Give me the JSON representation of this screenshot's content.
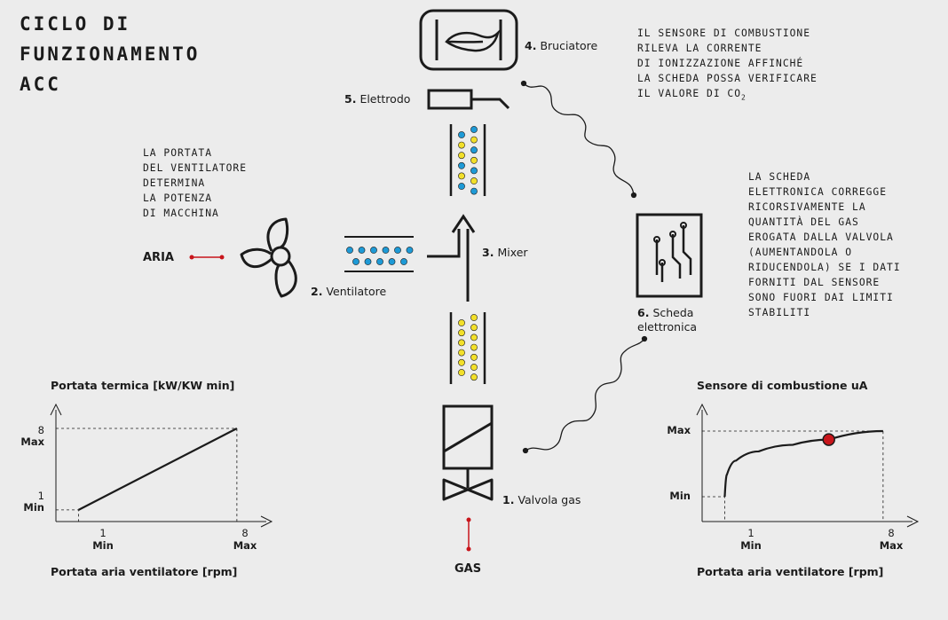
{
  "title_lines": [
    "CICLO DI",
    "FUNZIONAMENTO",
    "ACC"
  ],
  "components": {
    "burner": {
      "num": "4.",
      "label": "Bruciatore"
    },
    "electrode": {
      "num": "5.",
      "label": "Elettrodo"
    },
    "mixer": {
      "num": "3.",
      "label": "Mixer"
    },
    "fan": {
      "num": "2.",
      "label": "Ventilatore"
    },
    "valve": {
      "num": "1.",
      "label": "Valvola gas"
    },
    "board": {
      "num": "6.",
      "label_line1": "Scheda",
      "label_line2": "elettronica"
    }
  },
  "inputs": {
    "air": "ARIA",
    "gas": "GAS"
  },
  "notes": {
    "sensor_lines": [
      "IL SENSORE DI COMBUSTIONE",
      "RILEVA LA CORRENTE",
      "DI IONIZZAZIONE AFFINCHÉ",
      "LA SCHEDA POSSA VERIFICARE"
    ],
    "sensor_last_prefix": "IL VALORE DI CO",
    "sensor_last_sub": "2",
    "fan_lines": [
      "LA PORTATA",
      "DEL VENTILATORE",
      "DETERMINA",
      "LA POTENZA",
      "DI MACCHINA"
    ],
    "board_lines": [
      "LA SCHEDA",
      "ELETTRONICA CORREGGE",
      "RICORSIVAMENTE LA",
      "QUANTITÀ DEL GAS",
      "EROGATA DALLA VALVOLA",
      "(AUMENTANDOLA O",
      "RIDUCENDOLA) SE I DATI",
      "FORNITI DAL SENSORE",
      "SONO FUORI DAI LIMITI",
      "STABILITI"
    ]
  },
  "colors": {
    "background": "#ececec",
    "ink": "#1b1b1b",
    "air_dot": "#1e9ad6",
    "gas_dot": "#f2df2a",
    "accent_red": "#c8151b"
  },
  "chart_data": [
    {
      "type": "line",
      "title": "Portata termica [kW/KW min]",
      "xlabel": "Portata aria ventilatore [rpm]",
      "xticks": [
        {
          "value": 1,
          "label": "Min"
        },
        {
          "value": 8,
          "label": "Max"
        }
      ],
      "yticks": [
        {
          "value": 1,
          "label": "Min"
        },
        {
          "value": 8,
          "label": "Max"
        }
      ],
      "xlim": [
        0,
        9.3
      ],
      "ylim": [
        0,
        9.6
      ],
      "series": [
        {
          "x": [
            1,
            8
          ],
          "y": [
            1,
            8
          ]
        }
      ]
    },
    {
      "type": "line",
      "title": "Sensore di combustione uA",
      "xlabel": "Portata aria ventilatore [rpm]",
      "xticks": [
        {
          "value": 1,
          "label": "Min"
        },
        {
          "value": 8,
          "label": "Max"
        }
      ],
      "yticks": [
        {
          "label": "Min"
        },
        {
          "label": "Max"
        }
      ],
      "xlim": [
        0,
        9.3
      ],
      "series": [
        {
          "x": [
            1,
            1.1,
            1.5,
            2.5,
            4,
            5.6,
            8
          ],
          "y": [
            0,
            0.34,
            0.55,
            0.69,
            0.79,
            0.87,
            1
          ]
        }
      ],
      "highlight_point": {
        "x": 5.6,
        "y": 0.87
      }
    }
  ]
}
